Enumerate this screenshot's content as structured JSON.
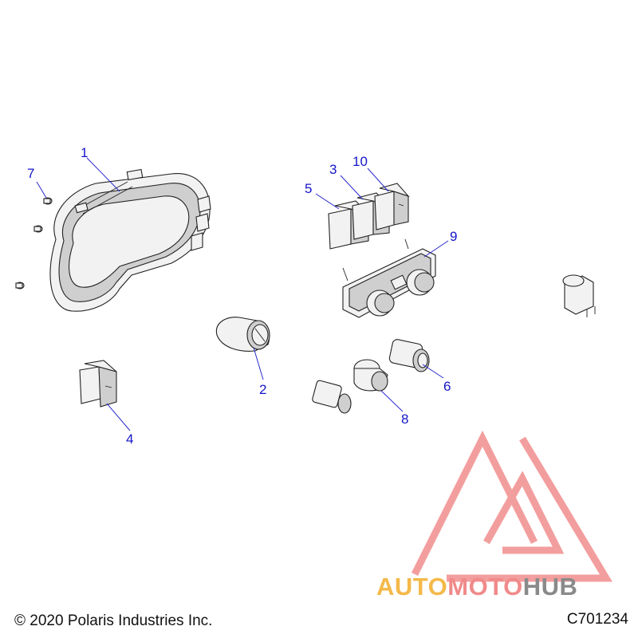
{
  "callouts": [
    {
      "id": "1",
      "label": "1"
    },
    {
      "id": "2",
      "label": "2"
    },
    {
      "id": "3",
      "label": "3"
    },
    {
      "id": "4",
      "label": "4"
    },
    {
      "id": "5",
      "label": "5"
    },
    {
      "id": "6",
      "label": "6"
    },
    {
      "id": "7",
      "label": "7"
    },
    {
      "id": "8",
      "label": "8"
    },
    {
      "id": "9",
      "label": "9"
    },
    {
      "id": "10",
      "label": "10"
    }
  ],
  "footer": {
    "copyright": "© 2020 Polaris Industries Inc.",
    "drawing_number": "C701234"
  },
  "watermark": {
    "part1": "AUTO",
    "part2": "MOTO",
    "part3": "HUB",
    "colors": {
      "auto": "#f5b94a",
      "moto": "#f08a8a",
      "hub": "#8a8a8a",
      "logo": "#f07e7e"
    }
  },
  "colors": {
    "callout": "#1515c8"
  }
}
